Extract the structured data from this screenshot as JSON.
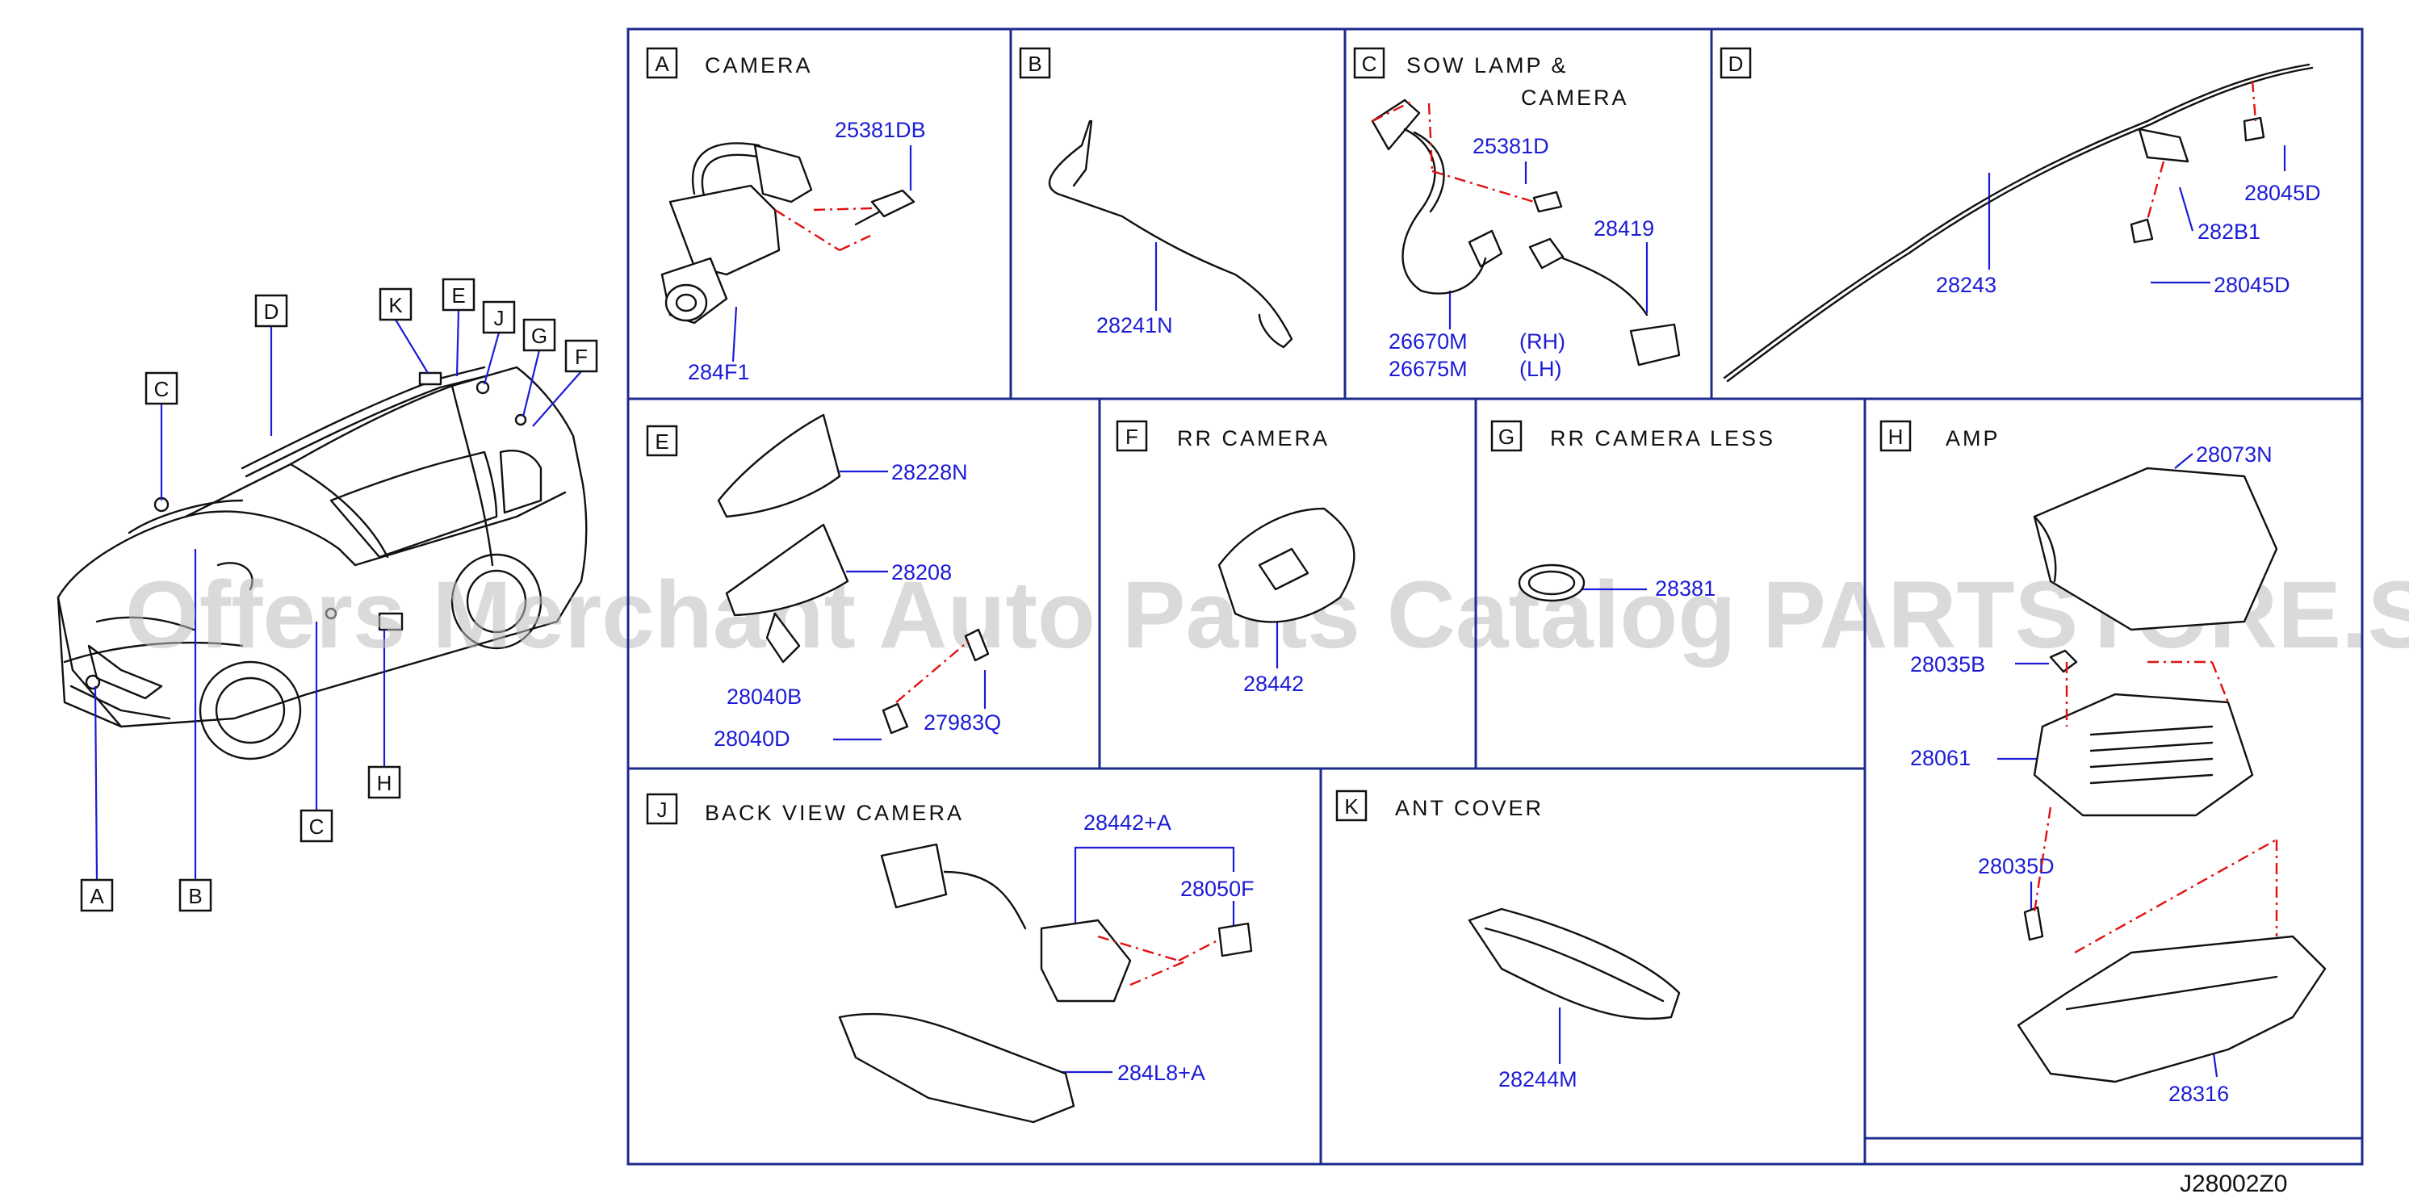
{
  "watermark": "Offers Merchant Auto Parts Catalog PARTSTORE.SA",
  "diagram_code": "J28002Z0",
  "vehicle_callouts": [
    "A",
    "B",
    "C",
    "C",
    "D",
    "E",
    "F",
    "G",
    "H",
    "J",
    "K"
  ],
  "sections": {
    "A": {
      "letter": "A",
      "title": "CAMERA",
      "parts": {
        "p1": "25381DB",
        "p2": "284F1"
      }
    },
    "B": {
      "letter": "B",
      "title": "",
      "parts": {
        "p1": "28241N"
      }
    },
    "C": {
      "letter": "C",
      "title_line1": "SOW LAMP &",
      "title_line2": "CAMERA",
      "parts": {
        "p1": "25381D",
        "p2": "28419",
        "p3": "26670M",
        "p4": "26675M",
        "rh": "(RH)",
        "lh": "(LH)"
      }
    },
    "D": {
      "letter": "D",
      "title": "",
      "parts": {
        "p1": "28243",
        "p2": "28045D",
        "p3": "282B1",
        "p4": "28045D"
      }
    },
    "E": {
      "letter": "E",
      "title": "",
      "parts": {
        "p1": "28228N",
        "p2": "28208",
        "p3": "28040B",
        "p4": "28040D",
        "p5": "27983Q"
      }
    },
    "F": {
      "letter": "F",
      "title": "RR CAMERA",
      "parts": {
        "p1": "28442"
      }
    },
    "G": {
      "letter": "G",
      "title": "RR CAMERA LESS",
      "parts": {
        "p1": "28381"
      }
    },
    "H": {
      "letter": "H",
      "title": "AMP",
      "parts": {
        "p1": "28073N",
        "p2": "28035B",
        "p3": "28061",
        "p4": "28035D",
        "p5": "28316"
      }
    },
    "J": {
      "letter": "J",
      "title": "BACK VIEW CAMERA",
      "parts": {
        "p1": "28442+A",
        "p2": "28050F",
        "p3": "284L8+A"
      }
    },
    "K": {
      "letter": "K",
      "title": "ANT COVER",
      "parts": {
        "p1": "28244M"
      }
    }
  }
}
